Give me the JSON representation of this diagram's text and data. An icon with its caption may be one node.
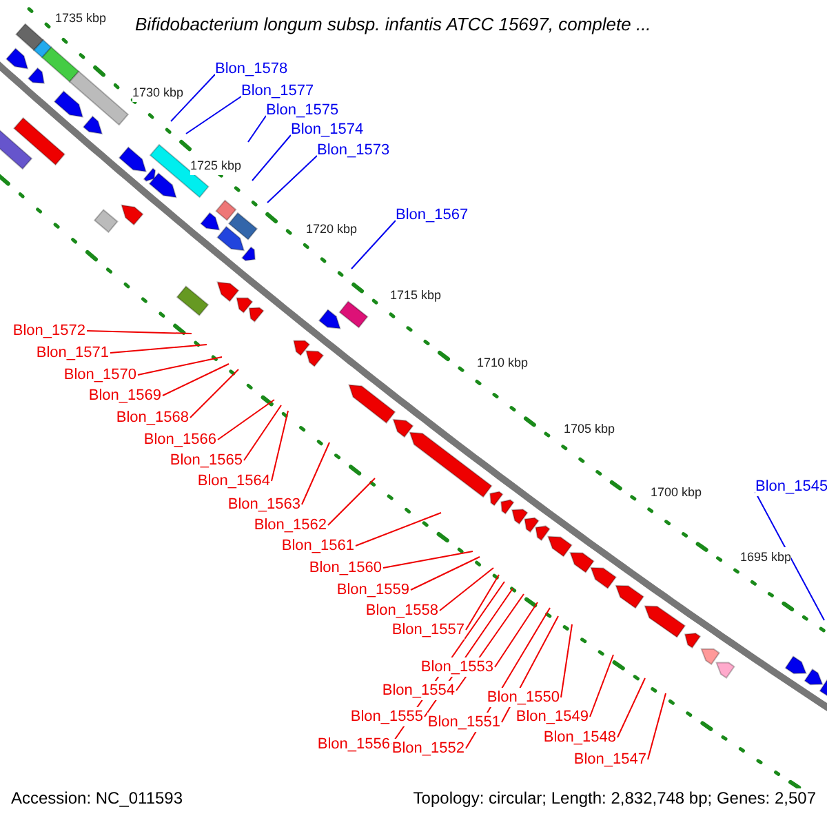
{
  "diagram": {
    "title": "Bifidobacterium longum subsp. infantis ATCC 15697, complete ...",
    "nodes": [
      {
        "text": [
          "Blon_1578"
        ]
      },
      {
        "text": [
          "Blon_1577"
        ]
      },
      {
        "text": [
          "Blon_1575"
        ]
      },
      {
        "text": [
          "Blon_1574"
        ]
      },
      {
        "text": [
          "Blon_1573"
        ]
      },
      {
        "text": [
          "Blon_1567"
        ]
      },
      {
        "text": [
          "Blon_1545"
        ]
      },
      {
        "text": [
          "Blon_1572"
        ]
      },
      {
        "text": [
          "Blon_1571"
        ]
      },
      {
        "text": [
          "Blon_1570"
        ]
      },
      {
        "text": [
          "Blon_1569"
        ]
      },
      {
        "text": [
          "Blon_1568"
        ]
      },
      {
        "text": [
          "Blon_1566"
        ]
      },
      {
        "text": [
          "Blon_1565"
        ]
      },
      {
        "text": [
          "Blon_1564"
        ]
      },
      {
        "text": [
          "Blon_1563"
        ]
      },
      {
        "text": [
          "Blon_1562"
        ]
      },
      {
        "text": [
          "Blon_1561"
        ]
      },
      {
        "text": [
          "Blon_1560"
        ]
      },
      {
        "text": [
          "Blon_1559"
        ]
      },
      {
        "text": [
          "Blon_1558"
        ]
      },
      {
        "text": [
          "Blon_1557"
        ]
      },
      {
        "text": [
          "Blon_1553"
        ]
      },
      {
        "text": [
          "Blon_1554"
        ]
      },
      {
        "text": [
          "Blon_1555"
        ]
      },
      {
        "text": [
          "Blon_1556"
        ]
      },
      {
        "text": [
          "Blon_1550"
        ]
      },
      {
        "text": [
          "Blon_1551"
        ]
      },
      {
        "text": [
          "Blon_1552"
        ]
      },
      {
        "text": [
          "Blon_1549"
        ]
      },
      {
        "text": [
          "Blon_1548"
        ]
      },
      {
        "text": [
          "Blon_1547"
        ]
      }
    ],
    "edges": [
      {
        "from": 0,
        "to": null,
        "arrow": "none",
        "color": "#0000ee"
      },
      {
        "from": 1,
        "to": null,
        "arrow": "none",
        "color": "#0000ee"
      },
      {
        "from": 2,
        "to": null,
        "arrow": "none",
        "color": "#0000ee"
      },
      {
        "from": 3,
        "to": null,
        "arrow": "none",
        "color": "#0000ee"
      },
      {
        "from": 4,
        "to": null,
        "arrow": "none",
        "color": "#0000ee"
      },
      {
        "from": 5,
        "to": null,
        "arrow": "none",
        "color": "#0000ee"
      },
      {
        "from": 6,
        "to": null,
        "arrow": "none",
        "color": "#0000ee"
      },
      {
        "from": 7,
        "to": null,
        "arrow": "none"
      },
      {
        "from": 8,
        "to": null,
        "arrow": "none"
      },
      {
        "from": 9,
        "to": null,
        "arrow": "none"
      },
      {
        "from": 10,
        "to": null,
        "arrow": "none"
      },
      {
        "from": 11,
        "to": null,
        "arrow": "none"
      },
      {
        "from": 12,
        "to": null,
        "arrow": "none"
      },
      {
        "from": 13,
        "to": null,
        "arrow": "none"
      },
      {
        "from": 14,
        "to": null,
        "arrow": "none"
      },
      {
        "from": 15,
        "to": null,
        "arrow": "none"
      },
      {
        "from": 16,
        "to": null,
        "arrow": "none"
      },
      {
        "from": 17,
        "to": null,
        "arrow": "none"
      },
      {
        "from": 18,
        "to": null,
        "arrow": "none"
      },
      {
        "from": 19,
        "to": null,
        "arrow": "none"
      },
      {
        "from": 20,
        "to": null,
        "arrow": "none"
      },
      {
        "from": 21,
        "to": null,
        "arrow": "none"
      },
      {
        "from": 22,
        "to": null,
        "arrow": "none"
      },
      {
        "from": 23,
        "to": null,
        "arrow": "none"
      },
      {
        "from": 24,
        "to": null,
        "arrow": "none"
      },
      {
        "from": 25,
        "to": null,
        "arrow": "none"
      },
      {
        "from": 26,
        "to": null,
        "arrow": "none"
      },
      {
        "from": 27,
        "to": null,
        "arrow": "none"
      },
      {
        "from": 28,
        "to": null,
        "arrow": "none"
      },
      {
        "from": 29,
        "to": null,
        "arrow": "none"
      },
      {
        "from": 30,
        "to": null,
        "arrow": "none"
      },
      {
        "from": 31,
        "to": null,
        "arrow": "none"
      }
    ],
    "labels": [
      "1735 kbp",
      "1730 kbp",
      "1725 kbp",
      "1720 kbp",
      "1715 kbp",
      "1710 kbp",
      "1705 kbp",
      "1700 kbp",
      "1695 kbp",
      "Accession: NC_011593",
      "Topology: circular; Length: 2,832,748 bp; Genes: 2,507"
    ]
  }
}
